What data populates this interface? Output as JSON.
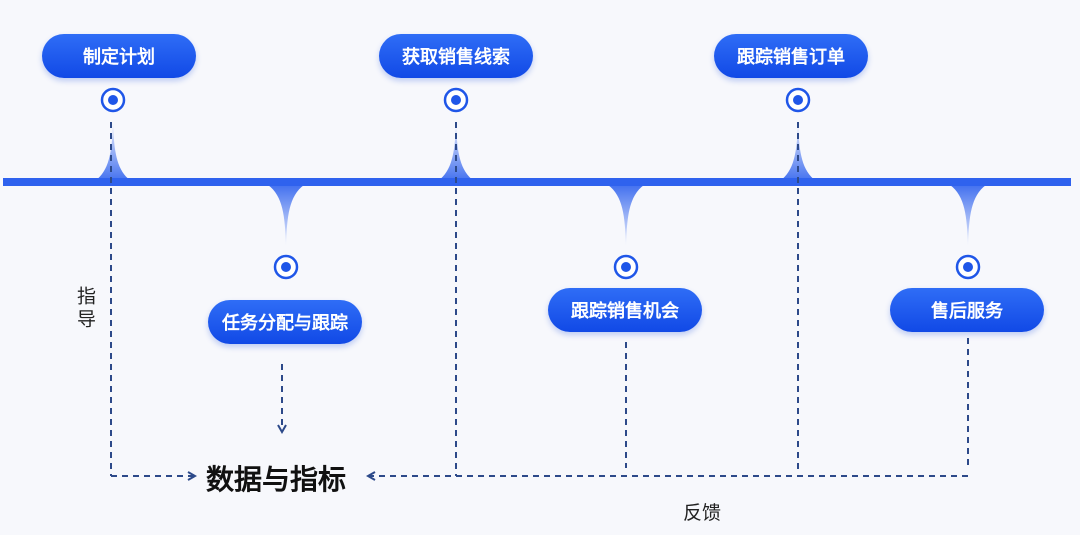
{
  "top_steps": [
    "制定计划",
    "获取销售线索",
    "跟踪销售订单"
  ],
  "bottom_steps": [
    "任务分配与跟踪",
    "跟踪销售机会",
    "售后服务"
  ],
  "center_label": "数据与指标",
  "guide_label": "指导",
  "feedback_label": "反馈",
  "colors": {
    "timeline": "#2f62ee",
    "pill": "#1a55ee",
    "dashed": "#2d4a8a",
    "marker_blue": "#1f56e8"
  }
}
